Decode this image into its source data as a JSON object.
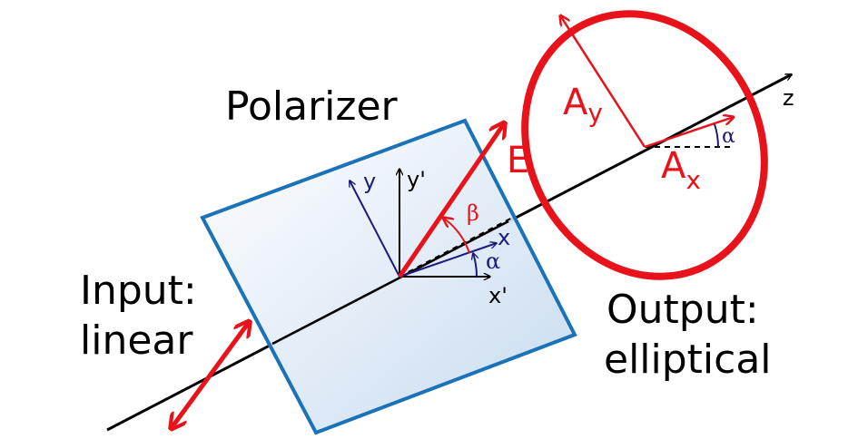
{
  "labels": {
    "polarizer": "Polarizer",
    "input_line1": "Input:",
    "input_line2": "linear",
    "output_line1": "Output:",
    "output_line2": "elliptical",
    "field_E": "E",
    "amp_y_base": "A",
    "amp_y_sub": "y",
    "amp_x_base": "A",
    "amp_x_sub": "x",
    "axis_z": "z",
    "axis_y": "y",
    "axis_y_prime": "y'",
    "axis_x": "x",
    "axis_x_prime": "x'",
    "angle_beta": "β",
    "angle_alpha": "α",
    "angle_alpha_ellipse": "α"
  },
  "colors": {
    "red": "#e8121b",
    "navy": "#1c1a7a",
    "polarizer_border": "#1a72b8",
    "polarizer_fill_light": "#ffffff",
    "polarizer_fill_dark": "#c2d7ee",
    "black": "#000000"
  }
}
